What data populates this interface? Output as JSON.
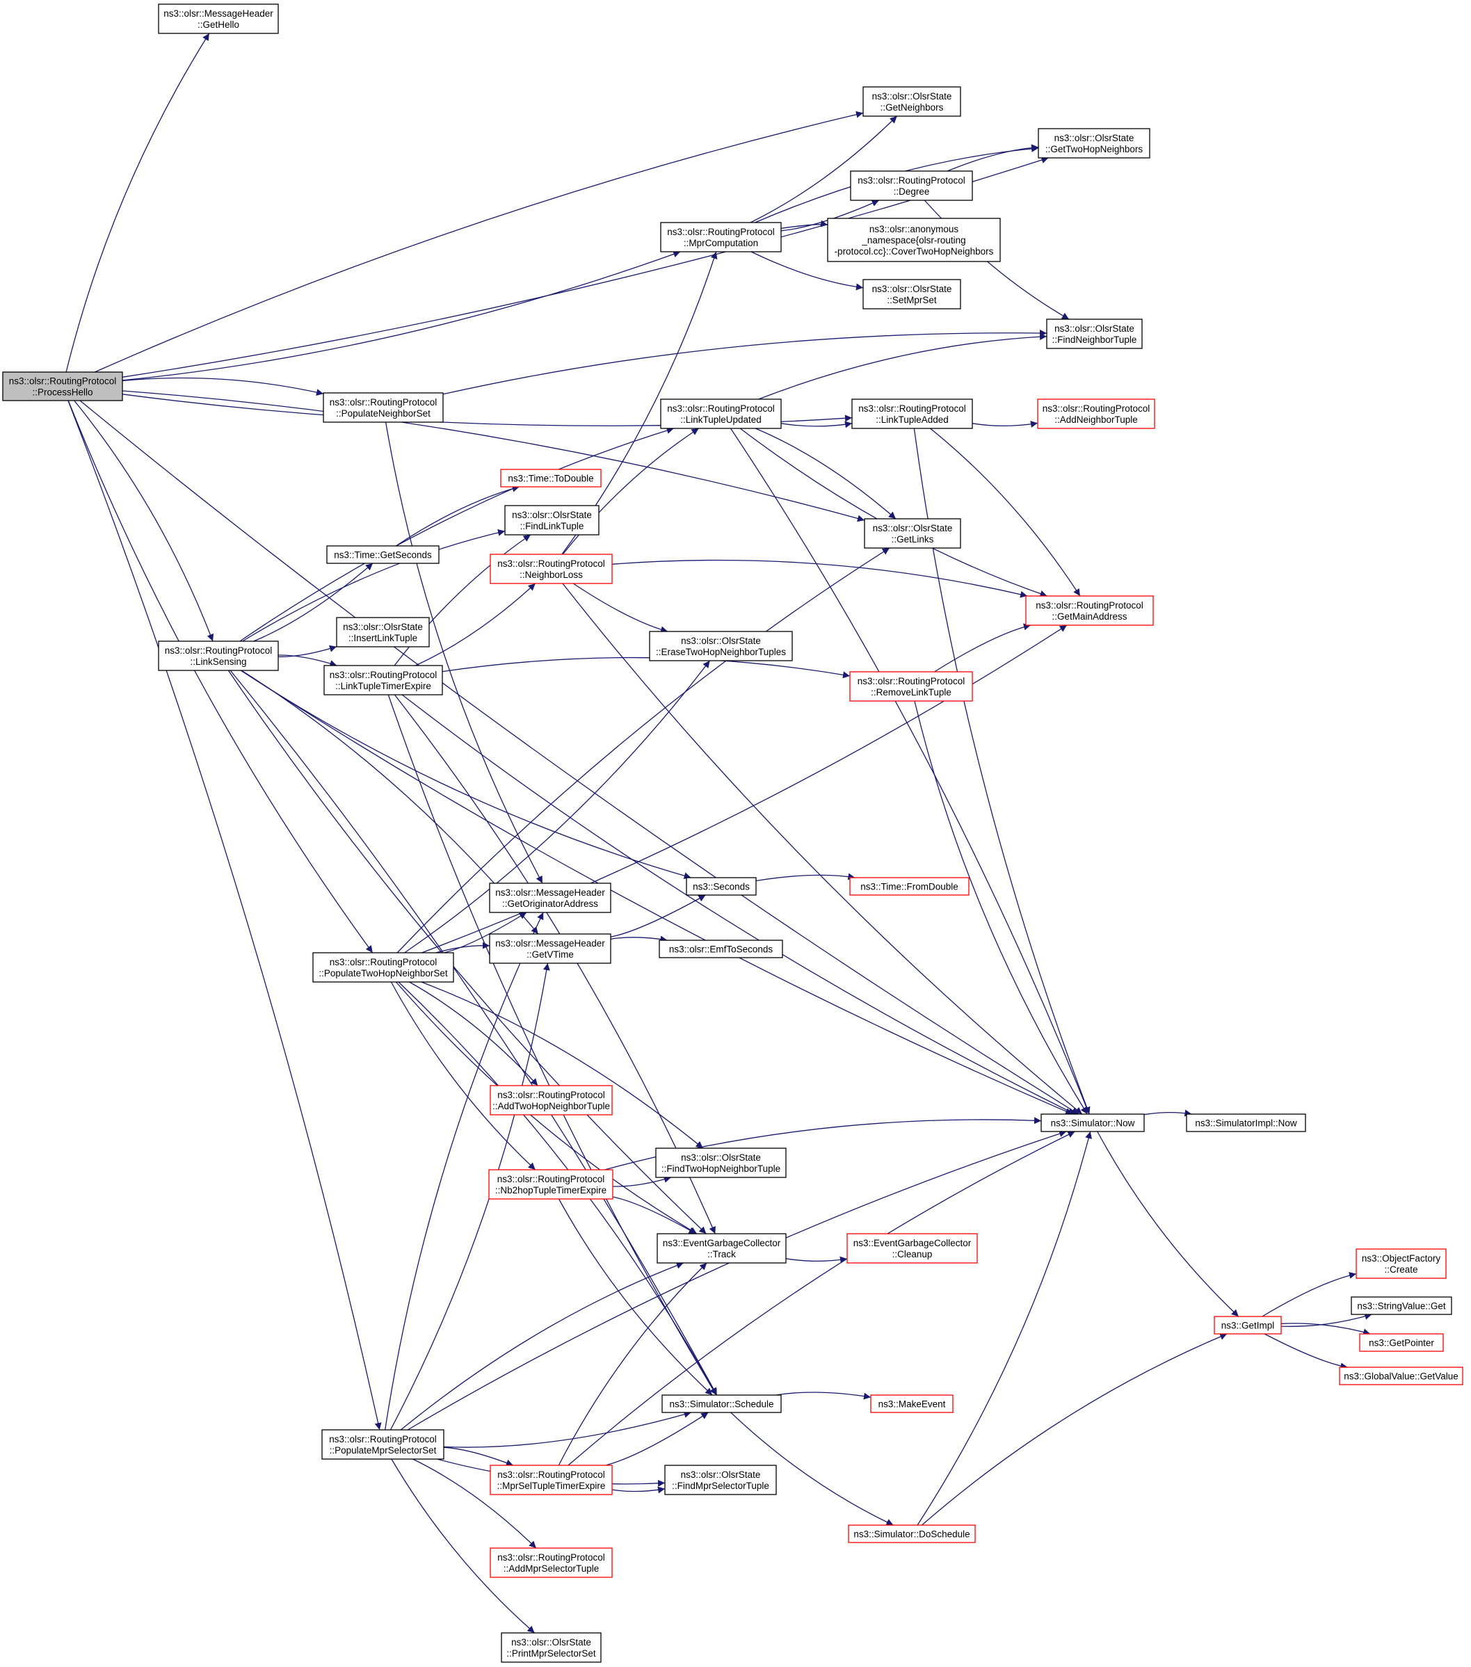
{
  "colors": {
    "edge": "#191970",
    "node_border_default": "#000000",
    "node_border_red": "#ff0000",
    "node_fill_root": "#bfbfbf",
    "node_fill": "#ffffff"
  },
  "nodes": [
    {
      "id": "processhello",
      "lines": [
        "ns3::olsr::RoutingProtocol",
        "::ProcessHello"
      ],
      "style": "root"
    },
    {
      "id": "gethello",
      "lines": [
        "ns3::olsr::MessageHeader",
        "::GetHello"
      ],
      "style": "black"
    },
    {
      "id": "getneighbors",
      "lines": [
        "ns3::olsr::OlsrState",
        "::GetNeighbors"
      ],
      "style": "black"
    },
    {
      "id": "gettwohop",
      "lines": [
        "ns3::olsr::OlsrState",
        "::GetTwoHopNeighbors"
      ],
      "style": "black"
    },
    {
      "id": "degree",
      "lines": [
        "ns3::olsr::RoutingProtocol",
        "::Degree"
      ],
      "style": "black"
    },
    {
      "id": "mprcomp",
      "lines": [
        "ns3::olsr::RoutingProtocol",
        "::MprComputation"
      ],
      "style": "black"
    },
    {
      "id": "cover",
      "lines": [
        "ns3::olsr::anonymous",
        "_namespace{olsr-routing",
        "-protocol.cc}::CoverTwoHopNeighbors"
      ],
      "style": "black"
    },
    {
      "id": "setmprset",
      "lines": [
        "ns3::olsr::OlsrState",
        "::SetMprSet"
      ],
      "style": "black"
    },
    {
      "id": "findneighbor",
      "lines": [
        "ns3::olsr::OlsrState",
        "::FindNeighborTuple"
      ],
      "style": "black"
    },
    {
      "id": "popneighbor",
      "lines": [
        "ns3::olsr::RoutingProtocol",
        "::PopulateNeighborSet"
      ],
      "style": "black"
    },
    {
      "id": "linktupleupdated",
      "lines": [
        "ns3::olsr::RoutingProtocol",
        "::LinkTupleUpdated"
      ],
      "style": "black"
    },
    {
      "id": "linktupleadded",
      "lines": [
        "ns3::olsr::RoutingProtocol",
        "::LinkTupleAdded"
      ],
      "style": "black"
    },
    {
      "id": "addneighbor",
      "lines": [
        "ns3::olsr::RoutingProtocol",
        "::AddNeighborTuple"
      ],
      "style": "red"
    },
    {
      "id": "todouble",
      "lines": [
        "ns3::Time::ToDouble"
      ],
      "style": "red"
    },
    {
      "id": "findlinktuple",
      "lines": [
        "ns3::olsr::OlsrState",
        "::FindLinkTuple"
      ],
      "style": "black"
    },
    {
      "id": "getseconds",
      "lines": [
        "ns3::Time::GetSeconds"
      ],
      "style": "black"
    },
    {
      "id": "neighborloss",
      "lines": [
        "ns3::olsr::RoutingProtocol",
        "::NeighborLoss"
      ],
      "style": "red"
    },
    {
      "id": "getlinks",
      "lines": [
        "ns3::olsr::OlsrState",
        "::GetLinks"
      ],
      "style": "black"
    },
    {
      "id": "getmainaddress",
      "lines": [
        "ns3::olsr::RoutingProtocol",
        "::GetMainAddress"
      ],
      "style": "red"
    },
    {
      "id": "linksensing",
      "lines": [
        "ns3::olsr::RoutingProtocol",
        "::LinkSensing"
      ],
      "style": "black"
    },
    {
      "id": "insertlinktuple",
      "lines": [
        "ns3::olsr::OlsrState",
        "::InsertLinkTuple"
      ],
      "style": "black"
    },
    {
      "id": "erasetwohop",
      "lines": [
        "ns3::olsr::OlsrState",
        "::EraseTwoHopNeighborTuples"
      ],
      "style": "black"
    },
    {
      "id": "linktupletimer",
      "lines": [
        "ns3::olsr::RoutingProtocol",
        "::LinkTupleTimerExpire"
      ],
      "style": "black"
    },
    {
      "id": "removelinktuple",
      "lines": [
        "ns3::olsr::RoutingProtocol",
        "::RemoveLinkTuple"
      ],
      "style": "red"
    },
    {
      "id": "seconds",
      "lines": [
        "ns3::Seconds"
      ],
      "style": "black"
    },
    {
      "id": "fromdouble",
      "lines": [
        "ns3::Time::FromDouble"
      ],
      "style": "red"
    },
    {
      "id": "getorigaddr",
      "lines": [
        "ns3::olsr::MessageHeader",
        "::GetOriginatorAddress"
      ],
      "style": "black"
    },
    {
      "id": "getvtime",
      "lines": [
        "ns3::olsr::MessageHeader",
        "::GetVTime"
      ],
      "style": "black"
    },
    {
      "id": "emftoseconds",
      "lines": [
        "ns3::olsr::EmfToSeconds"
      ],
      "style": "black"
    },
    {
      "id": "poptwohop",
      "lines": [
        "ns3::olsr::RoutingProtocol",
        "::PopulateTwoHopNeighborSet"
      ],
      "style": "black"
    },
    {
      "id": "addtwohop",
      "lines": [
        "ns3::olsr::RoutingProtocol",
        "::AddTwoHopNeighborTuple"
      ],
      "style": "red"
    },
    {
      "id": "simnow",
      "lines": [
        "ns3::Simulator::Now"
      ],
      "style": "black"
    },
    {
      "id": "simimplnow",
      "lines": [
        "ns3::SimulatorImpl::Now"
      ],
      "style": "black"
    },
    {
      "id": "findtwohop",
      "lines": [
        "ns3::olsr::OlsrState",
        "::FindTwoHopNeighborTuple"
      ],
      "style": "black"
    },
    {
      "id": "nb2hoptimer",
      "lines": [
        "ns3::olsr::RoutingProtocol",
        "::Nb2hopTupleTimerExpire"
      ],
      "style": "red"
    },
    {
      "id": "egctrack",
      "lines": [
        "ns3::EventGarbageCollector",
        "::Track"
      ],
      "style": "black"
    },
    {
      "id": "egccleanup",
      "lines": [
        "ns3::EventGarbageCollector",
        "::Cleanup"
      ],
      "style": "red"
    },
    {
      "id": "objfactorycreate",
      "lines": [
        "ns3::ObjectFactory",
        "::Create"
      ],
      "style": "red"
    },
    {
      "id": "getimpl",
      "lines": [
        "ns3::GetImpl"
      ],
      "style": "red"
    },
    {
      "id": "stringvalueget",
      "lines": [
        "ns3::StringValue::Get"
      ],
      "style": "black"
    },
    {
      "id": "getpointer",
      "lines": [
        "ns3::GetPointer"
      ],
      "style": "red"
    },
    {
      "id": "globalvalueget",
      "lines": [
        "ns3::GlobalValue::GetValue"
      ],
      "style": "red"
    },
    {
      "id": "simschedule",
      "lines": [
        "ns3::Simulator::Schedule"
      ],
      "style": "black"
    },
    {
      "id": "makeevent",
      "lines": [
        "ns3::MakeEvent"
      ],
      "style": "red"
    },
    {
      "id": "popmprselector",
      "lines": [
        "ns3::olsr::RoutingProtocol",
        "::PopulateMprSelectorSet"
      ],
      "style": "black"
    },
    {
      "id": "mprseltimer",
      "lines": [
        "ns3::olsr::RoutingProtocol",
        "::MprSelTupleTimerExpire"
      ],
      "style": "red"
    },
    {
      "id": "findmprselector",
      "lines": [
        "ns3::olsr::OlsrState",
        "::FindMprSelectorTuple"
      ],
      "style": "black"
    },
    {
      "id": "doschedule",
      "lines": [
        "ns3::Simulator::DoSchedule"
      ],
      "style": "red"
    },
    {
      "id": "addmprselector",
      "lines": [
        "ns3::olsr::RoutingProtocol",
        "::AddMprSelectorTuple"
      ],
      "style": "red"
    },
    {
      "id": "printmprselector",
      "lines": [
        "ns3::olsr::OlsrState",
        "::PrintMprSelectorSet"
      ],
      "style": "black"
    }
  ],
  "edges": [
    [
      "processhello",
      "gethello"
    ],
    [
      "processhello",
      "gettwohop"
    ],
    [
      "processhello",
      "getneighbors"
    ],
    [
      "processhello",
      "mprcomp"
    ],
    [
      "processhello",
      "popneighbor"
    ],
    [
      "processhello",
      "linktupleadded"
    ],
    [
      "processhello",
      "getlinks"
    ],
    [
      "processhello",
      "simnow"
    ],
    [
      "processhello",
      "linksensing"
    ],
    [
      "processhello",
      "poptwohop"
    ],
    [
      "processhello",
      "popmprselector"
    ],
    [
      "mprcomp",
      "getneighbors"
    ],
    [
      "mprcomp",
      "gettwohop"
    ],
    [
      "mprcomp",
      "degree"
    ],
    [
      "mprcomp",
      "cover"
    ],
    [
      "mprcomp",
      "setmprset"
    ],
    [
      "degree",
      "gettwohop"
    ],
    [
      "degree",
      "findneighbor"
    ],
    [
      "popneighbor",
      "findneighbor"
    ],
    [
      "popneighbor",
      "getorigaddr"
    ],
    [
      "linktupleupdated",
      "findneighbor"
    ],
    [
      "linktupleupdated",
      "linktupleadded"
    ],
    [
      "linktupleupdated",
      "getlinks"
    ],
    [
      "linktupleupdated",
      "getmainaddress"
    ],
    [
      "linktupleupdated",
      "simnow"
    ],
    [
      "linktupleadded",
      "addneighbor"
    ],
    [
      "linktupleadded",
      "getmainaddress"
    ],
    [
      "linktupleadded",
      "simnow"
    ],
    [
      "getseconds",
      "todouble"
    ],
    [
      "neighborloss",
      "mprcomp"
    ],
    [
      "neighborloss",
      "linktupleupdated"
    ],
    [
      "neighborloss",
      "erasetwohop"
    ],
    [
      "neighborloss",
      "getmainaddress"
    ],
    [
      "neighborloss",
      "simnow"
    ],
    [
      "linksensing",
      "linktupleupdated"
    ],
    [
      "linksensing",
      "getseconds"
    ],
    [
      "linksensing",
      "findlinktuple"
    ],
    [
      "linksensing",
      "insertlinktuple"
    ],
    [
      "linksensing",
      "linktupletimer"
    ],
    [
      "linksensing",
      "seconds"
    ],
    [
      "linksensing",
      "getvtime"
    ],
    [
      "linksensing",
      "egctrack"
    ],
    [
      "linksensing",
      "simschedule"
    ],
    [
      "linksensing",
      "simnow"
    ],
    [
      "linktupletimer",
      "findlinktuple"
    ],
    [
      "linktupletimer",
      "neighborloss"
    ],
    [
      "linktupletimer",
      "removelinktuple"
    ],
    [
      "linktupletimer",
      "simnow"
    ],
    [
      "linktupletimer",
      "egctrack"
    ],
    [
      "linktupletimer",
      "simschedule"
    ],
    [
      "removelinktuple",
      "getmainaddress"
    ],
    [
      "removelinktuple",
      "simnow"
    ],
    [
      "seconds",
      "fromdouble"
    ],
    [
      "getvtime",
      "seconds"
    ],
    [
      "getvtime",
      "emftoseconds"
    ],
    [
      "poptwohop",
      "getorigaddr"
    ],
    [
      "poptwohop",
      "getvtime"
    ],
    [
      "poptwohop",
      "erasetwohop"
    ],
    [
      "poptwohop",
      "getlinks"
    ],
    [
      "poptwohop",
      "getmainaddress"
    ],
    [
      "poptwohop",
      "addtwohop"
    ],
    [
      "poptwohop",
      "nb2hoptimer"
    ],
    [
      "poptwohop",
      "findtwohop"
    ],
    [
      "poptwohop",
      "egctrack"
    ],
    [
      "poptwohop",
      "simschedule"
    ],
    [
      "nb2hoptimer",
      "findtwohop"
    ],
    [
      "nb2hoptimer",
      "egctrack"
    ],
    [
      "nb2hoptimer",
      "simschedule"
    ],
    [
      "nb2hoptimer",
      "simnow"
    ],
    [
      "egctrack",
      "egccleanup"
    ],
    [
      "simnow",
      "simimplnow"
    ],
    [
      "simnow",
      "getimpl"
    ],
    [
      "getimpl",
      "objfactorycreate"
    ],
    [
      "getimpl",
      "stringvalueget"
    ],
    [
      "getimpl",
      "getpointer"
    ],
    [
      "getimpl",
      "globalvalueget"
    ],
    [
      "simschedule",
      "makeevent"
    ],
    [
      "simschedule",
      "doschedule"
    ],
    [
      "doschedule",
      "getimpl"
    ],
    [
      "doschedule",
      "simnow"
    ],
    [
      "popmprselector",
      "getorigaddr"
    ],
    [
      "popmprselector",
      "getvtime"
    ],
    [
      "popmprselector",
      "egctrack"
    ],
    [
      "popmprselector",
      "simschedule"
    ],
    [
      "popmprselector",
      "mprseltimer"
    ],
    [
      "popmprselector",
      "findmprselector"
    ],
    [
      "popmprselector",
      "addmprselector"
    ],
    [
      "popmprselector",
      "printmprselector"
    ],
    [
      "popmprselector",
      "simnow"
    ],
    [
      "mprseltimer",
      "findmprselector"
    ],
    [
      "mprseltimer",
      "egctrack"
    ],
    [
      "mprseltimer",
      "simschedule"
    ],
    [
      "mprseltimer",
      "simnow"
    ]
  ]
}
